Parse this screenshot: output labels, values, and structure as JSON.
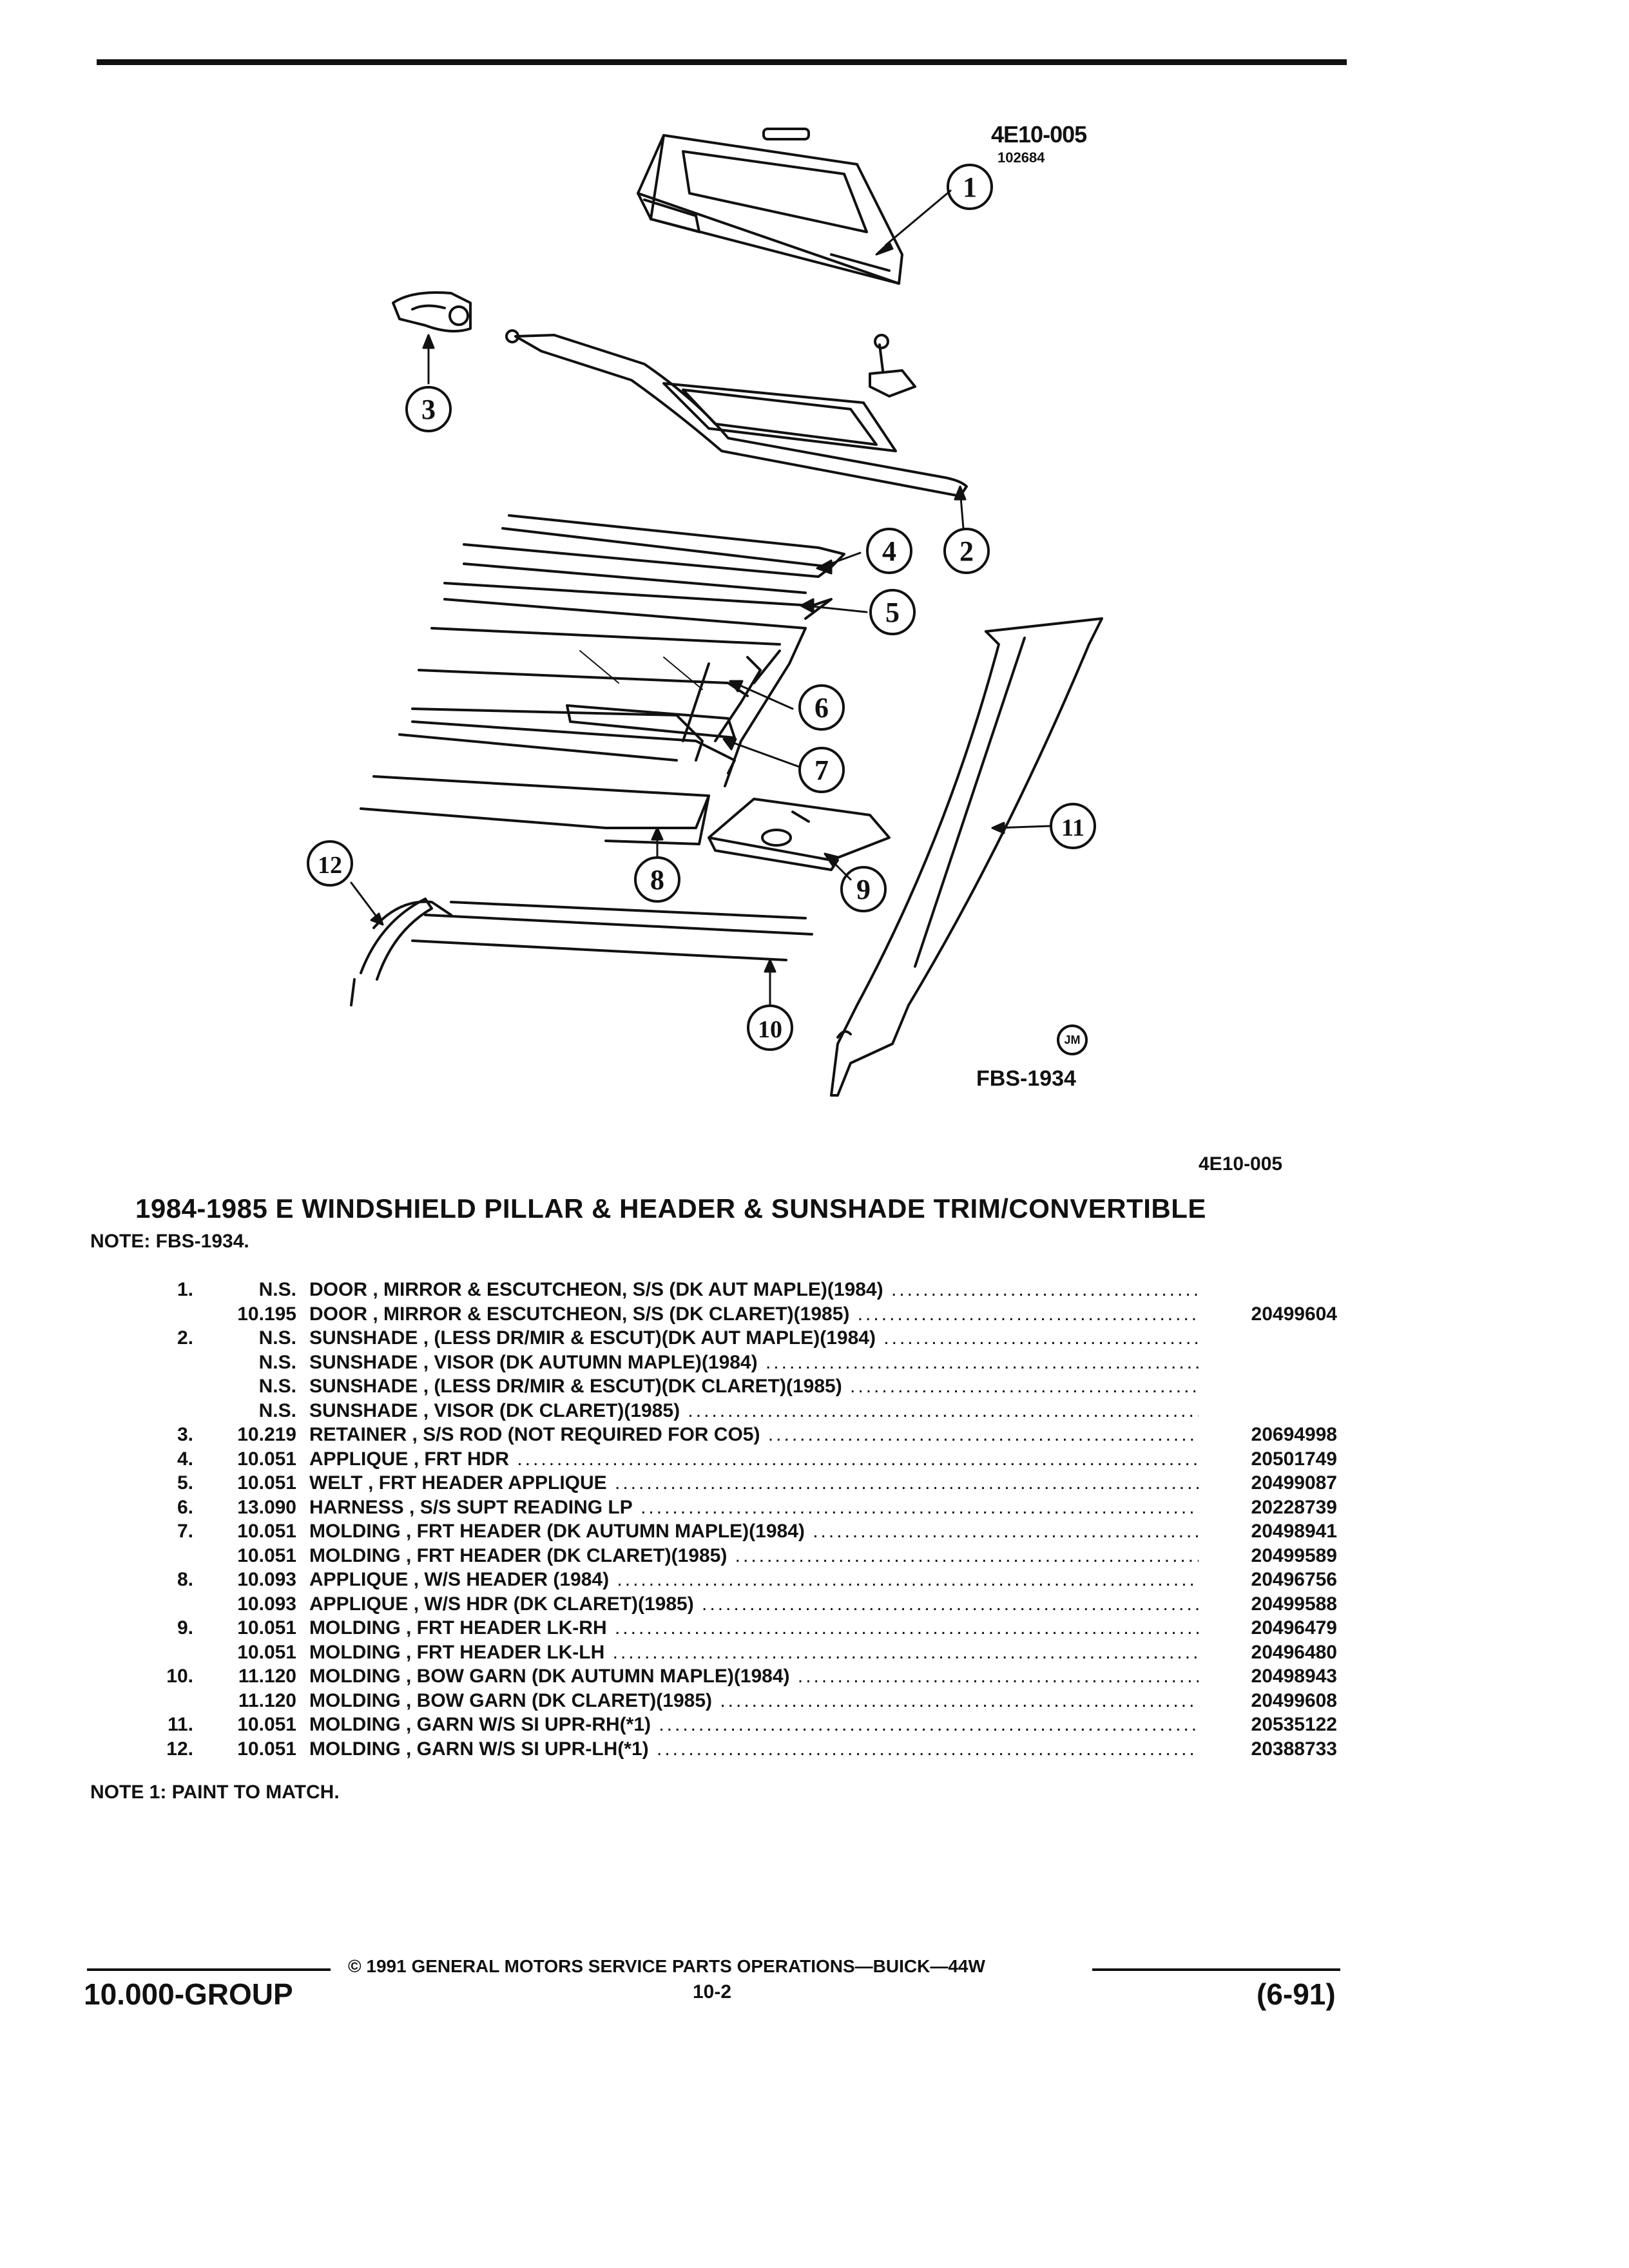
{
  "figure": {
    "code": "4E10-005",
    "date_code": "102684",
    "id": "FBS-1934",
    "badge": "JM",
    "callouts": [
      "1",
      "2",
      "3",
      "4",
      "5",
      "6",
      "7",
      "8",
      "9",
      "10",
      "11",
      "12"
    ]
  },
  "page_code": "4E10-005",
  "title": "1984-1985 E WINDSHIELD PILLAR & HEADER & SUNSHADE TRIM/CONVERTIBLE",
  "note": "NOTE:  FBS-1934.",
  "parts": [
    {
      "item": "1.",
      "group": "N.S.",
      "desc": "DOOR , MIRROR & ESCUTCHEON, S/S (DK AUT MAPLE)(1984)",
      "pn": ""
    },
    {
      "item": "",
      "group": "10.195",
      "desc": "DOOR , MIRROR & ESCUTCHEON, S/S (DK CLARET)(1985)",
      "pn": "20499604"
    },
    {
      "item": "2.",
      "group": "N.S.",
      "desc": "SUNSHADE , (LESS DR/MIR & ESCUT)(DK AUT MAPLE)(1984)",
      "pn": ""
    },
    {
      "item": "",
      "group": "N.S.",
      "desc": "SUNSHADE , VISOR (DK AUTUMN MAPLE)(1984)",
      "pn": ""
    },
    {
      "item": "",
      "group": "N.S.",
      "desc": "SUNSHADE , (LESS DR/MIR & ESCUT)(DK CLARET)(1985)",
      "pn": ""
    },
    {
      "item": "",
      "group": "N.S.",
      "desc": "SUNSHADE , VISOR (DK CLARET)(1985)",
      "pn": ""
    },
    {
      "item": "3.",
      "group": "10.219",
      "desc": "RETAINER , S/S ROD (NOT REQUIRED FOR CO5)",
      "pn": "20694998"
    },
    {
      "item": "4.",
      "group": "10.051",
      "desc": "APPLIQUE , FRT HDR",
      "pn": "20501749"
    },
    {
      "item": "5.",
      "group": "10.051",
      "desc": "WELT , FRT HEADER APPLIQUE",
      "pn": "20499087"
    },
    {
      "item": "6.",
      "group": "13.090",
      "desc": "HARNESS , S/S SUPT READING LP",
      "pn": "20228739"
    },
    {
      "item": "7.",
      "group": "10.051",
      "desc": "MOLDING , FRT HEADER (DK AUTUMN MAPLE)(1984)",
      "pn": "20498941"
    },
    {
      "item": "",
      "group": "10.051",
      "desc": "MOLDING , FRT HEADER (DK CLARET)(1985)",
      "pn": "20499589"
    },
    {
      "item": "8.",
      "group": "10.093",
      "desc": "APPLIQUE , W/S HEADER (1984)",
      "pn": "20496756"
    },
    {
      "item": "",
      "group": "10.093",
      "desc": "APPLIQUE , W/S HDR (DK CLARET)(1985)",
      "pn": "20499588"
    },
    {
      "item": "9.",
      "group": "10.051",
      "desc": "MOLDING , FRT HEADER LK-RH",
      "pn": "20496479"
    },
    {
      "item": "",
      "group": "10.051",
      "desc": "MOLDING , FRT HEADER LK-LH",
      "pn": "20496480"
    },
    {
      "item": "10.",
      "group": "11.120",
      "desc": "MOLDING , BOW GARN (DK AUTUMN MAPLE)(1984)",
      "pn": "20498943"
    },
    {
      "item": "",
      "group": "11.120",
      "desc": "MOLDING , BOW GARN (DK CLARET)(1985)",
      "pn": "20499608"
    },
    {
      "item": "11.",
      "group": "10.051",
      "desc": "MOLDING , GARN W/S SI UPR-RH(*1)",
      "pn": "20535122"
    },
    {
      "item": "12.",
      "group": "10.051",
      "desc": "MOLDING , GARN W/S SI UPR-LH(*1)",
      "pn": "20388733"
    }
  ],
  "footnote": "NOTE  1:  PAINT TO MATCH.",
  "footer": {
    "copyright": "©  1991  GENERAL MOTORS SERVICE PARTS OPERATIONS—BUICK—44W",
    "group": "10.000-GROUP",
    "page": "10-2",
    "date": "(6-91)"
  }
}
